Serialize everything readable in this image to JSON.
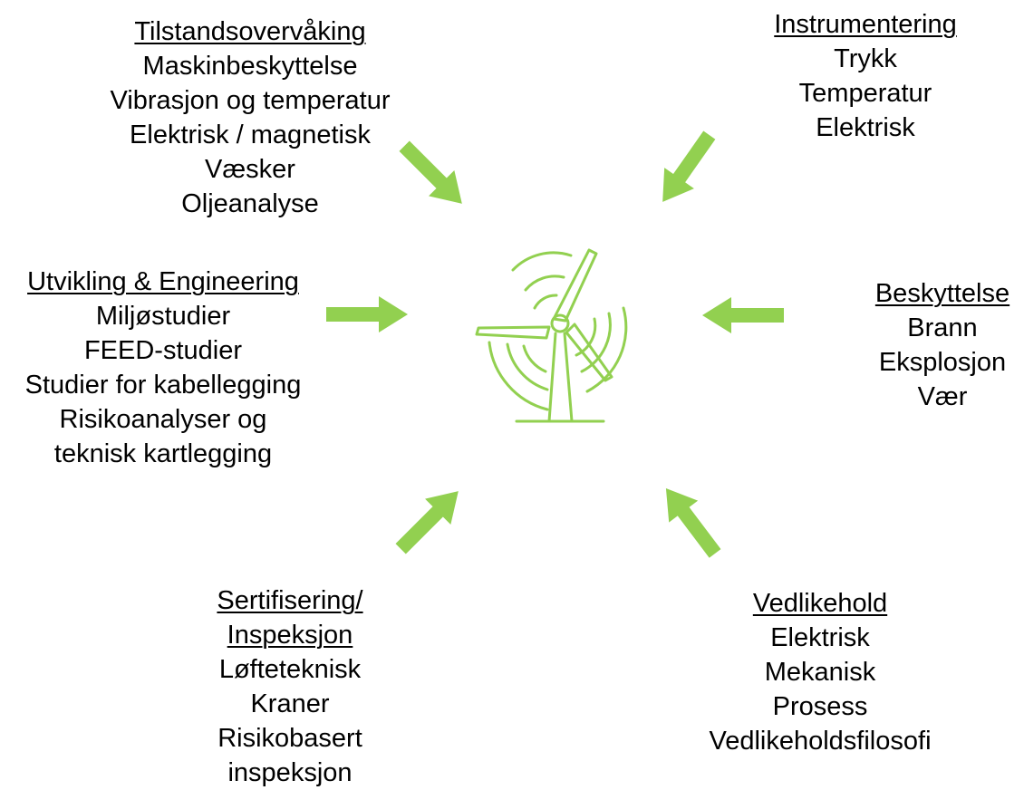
{
  "accent_color": "#92d050",
  "center_icon": "wind-turbine-icon",
  "groups": {
    "tilstandsovervaking": {
      "heading": "Tilstandsovervåking",
      "items": [
        "Maskinbeskyttelse",
        "Vibrasjon og temperatur",
        "Elektrisk / magnetisk",
        "Væsker",
        "Oljeanalyse"
      ]
    },
    "instrumentering": {
      "heading": "Instrumentering",
      "items": [
        "Trykk",
        "Temperatur",
        "Elektrisk"
      ]
    },
    "utvikling": {
      "heading": "Utvikling & Engineering",
      "items": [
        "Miljøstudier",
        "FEED-studier",
        "Studier for kabellegging",
        "Risikoanalyser og",
        "teknisk kartlegging"
      ]
    },
    "beskyttelse": {
      "heading": "Beskyttelse",
      "items": [
        "Brann",
        "Eksplosjon",
        "Vær"
      ]
    },
    "sertifisering": {
      "heading_lines": [
        "Sertifisering/",
        "Inspeksjon"
      ],
      "items": [
        "Løfteteknisk",
        "Kraner",
        "Risikobasert",
        "inspeksjon"
      ]
    },
    "vedlikehold": {
      "heading": "Vedlikehold",
      "items": [
        "Elektrisk",
        "Mekanisk",
        "Prosess",
        "Vedlikeholdsfilosofi"
      ]
    }
  }
}
